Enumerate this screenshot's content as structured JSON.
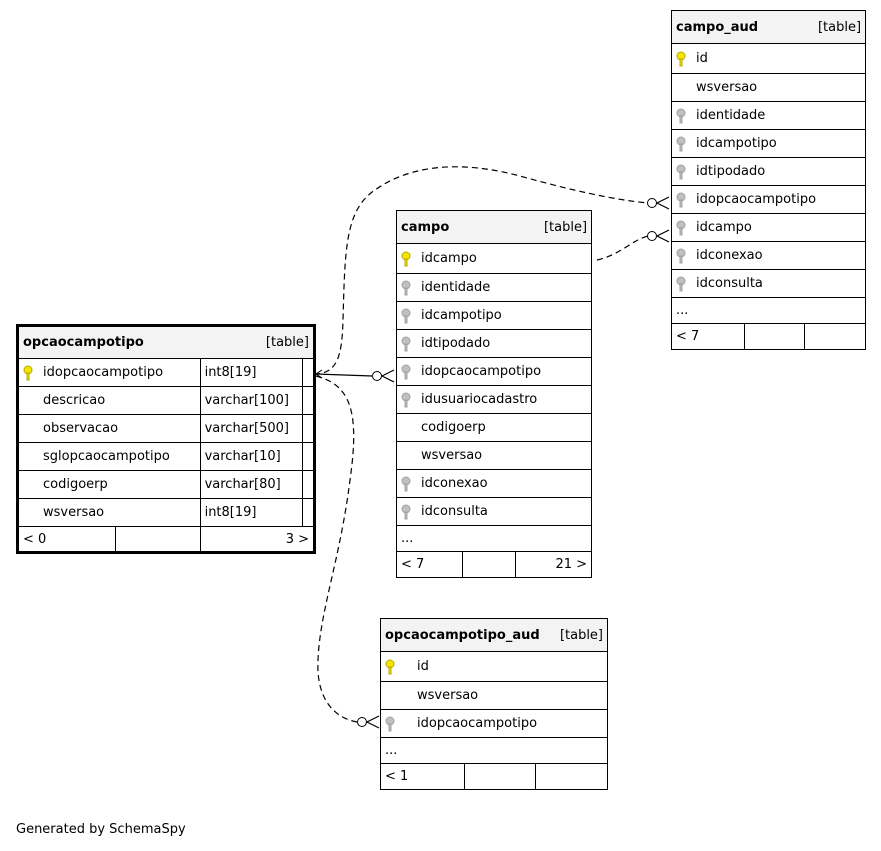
{
  "tables": {
    "campo_aud": {
      "name": "campo_aud",
      "type": "[table]",
      "columns": [
        "id",
        "wsversao",
        "identidade",
        "idcampotipo",
        "idtipodado",
        "idopcaocampotipo",
        "idcampo",
        "idconexao",
        "idconsulta"
      ],
      "ellipsis": "...",
      "footer": [
        "< 7",
        "",
        ""
      ]
    },
    "campo": {
      "name": "campo",
      "type": "[table]",
      "columns": [
        "idcampo",
        "identidade",
        "idcampotipo",
        "idtipodado",
        "idopcaocampotipo",
        "idusuariocadastro",
        "codigoerp",
        "wsversao",
        "idconexao",
        "idconsulta"
      ],
      "ellipsis": "...",
      "footer": [
        "< 7",
        "",
        "21 >"
      ]
    },
    "opcaocampotipo": {
      "name": "opcaocampotipo",
      "type": "[table]",
      "columns": [
        "idopcaocampotipo",
        "descricao",
        "observacao",
        "sglopcaocampotipo",
        "codigoerp",
        "wsversao"
      ],
      "types": [
        "int8[19]",
        "varchar[100]",
        "varchar[500]",
        "varchar[10]",
        "varchar[80]",
        "int8[19]"
      ],
      "footer": [
        "< 0",
        "",
        "3 >"
      ]
    },
    "opcaocampotipo_aud": {
      "name": "opcaocampotipo_aud",
      "type": "[table]",
      "columns": [
        "id",
        "wsversao",
        "idopcaocampotipo"
      ],
      "ellipsis": "...",
      "footer": [
        "< 1",
        "",
        ""
      ]
    }
  },
  "generated_by": "Generated by SchemaSpy"
}
